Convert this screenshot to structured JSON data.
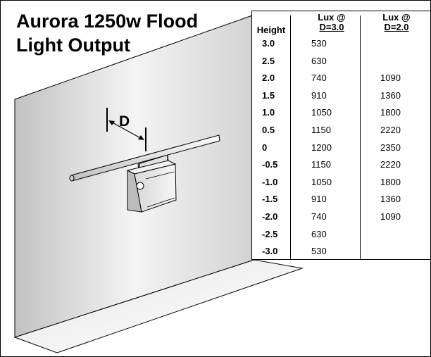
{
  "title": {
    "line1": "Aurora 1250w Flood",
    "line2": "Light Output"
  },
  "diagram": {
    "distance_label": "D"
  },
  "table": {
    "headers": {
      "height": "Height",
      "col1_line1": "Lux @",
      "col1_line2": "D=3.0",
      "col2_line1": "Lux @",
      "col2_line2": "D=2.0"
    },
    "rows": [
      {
        "height": "3.0",
        "lux_d3": "530",
        "lux_d2": ""
      },
      {
        "height": "2.5",
        "lux_d3": "630",
        "lux_d2": ""
      },
      {
        "height": "2.0",
        "lux_d3": "740",
        "lux_d2": "1090"
      },
      {
        "height": "1.5",
        "lux_d3": "910",
        "lux_d2": "1360"
      },
      {
        "height": "1.0",
        "lux_d3": "1050",
        "lux_d2": "1800"
      },
      {
        "height": "0.5",
        "lux_d3": "1150",
        "lux_d2": "2220"
      },
      {
        "height": "0",
        "lux_d3": "1200",
        "lux_d2": "2350"
      },
      {
        "height": "-0.5",
        "lux_d3": "1150",
        "lux_d2": "2220"
      },
      {
        "height": "-1.0",
        "lux_d3": "1050",
        "lux_d2": "1800"
      },
      {
        "height": "-1.5",
        "lux_d3": "910",
        "lux_d2": "1360"
      },
      {
        "height": "-2.0",
        "lux_d3": "740",
        "lux_d2": "1090"
      },
      {
        "height": "-2.5",
        "lux_d3": "630",
        "lux_d2": ""
      },
      {
        "height": "-3.0",
        "lux_d3": "530",
        "lux_d2": ""
      }
    ]
  }
}
